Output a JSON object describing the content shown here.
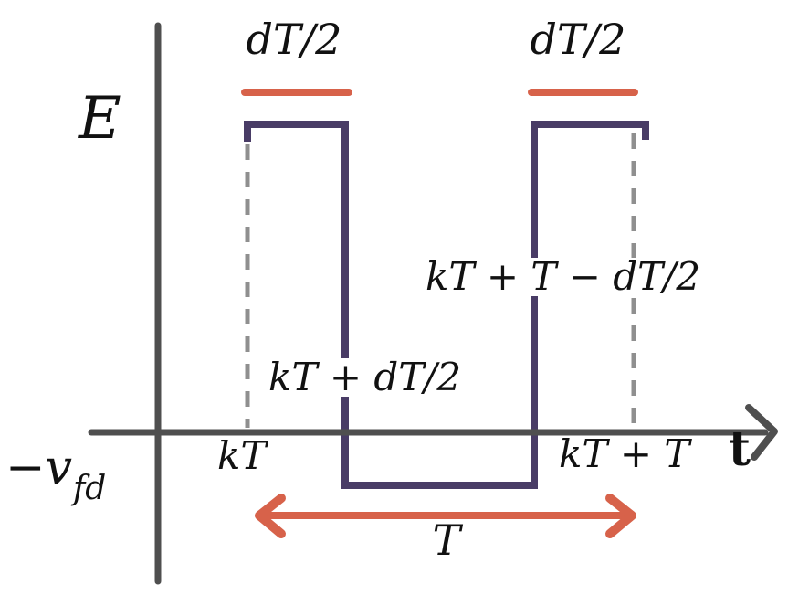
{
  "colors": {
    "axis": "#4f4f4f",
    "pulse": "#493c66",
    "accent": "#d7624a",
    "dashed": "#8f8f8f",
    "text": "#111111",
    "background": "#ffffff"
  },
  "axis_labels": {
    "y_high": "E",
    "y_low_main": "−v",
    "y_low_sub": "fd",
    "x": "t"
  },
  "annotations": {
    "duty_width_left": "dT/2",
    "duty_width_right": "dT/2",
    "fall_instant": "kT + dT/2",
    "rise_instant": "kT + T − dT/2",
    "period_start": "kT",
    "period_end": "kT + T",
    "period": "T"
  },
  "waveform": {
    "type": "pwm-square-wave",
    "high_level": "E",
    "low_level": "−vfd",
    "high_intervals": [
      [
        "kT",
        "kT + dT/2"
      ],
      [
        "kT + T − dT/2",
        "kT + T"
      ]
    ],
    "low_interval": [
      "kT + dT/2",
      "kT + T − dT/2"
    ],
    "period": "T"
  }
}
